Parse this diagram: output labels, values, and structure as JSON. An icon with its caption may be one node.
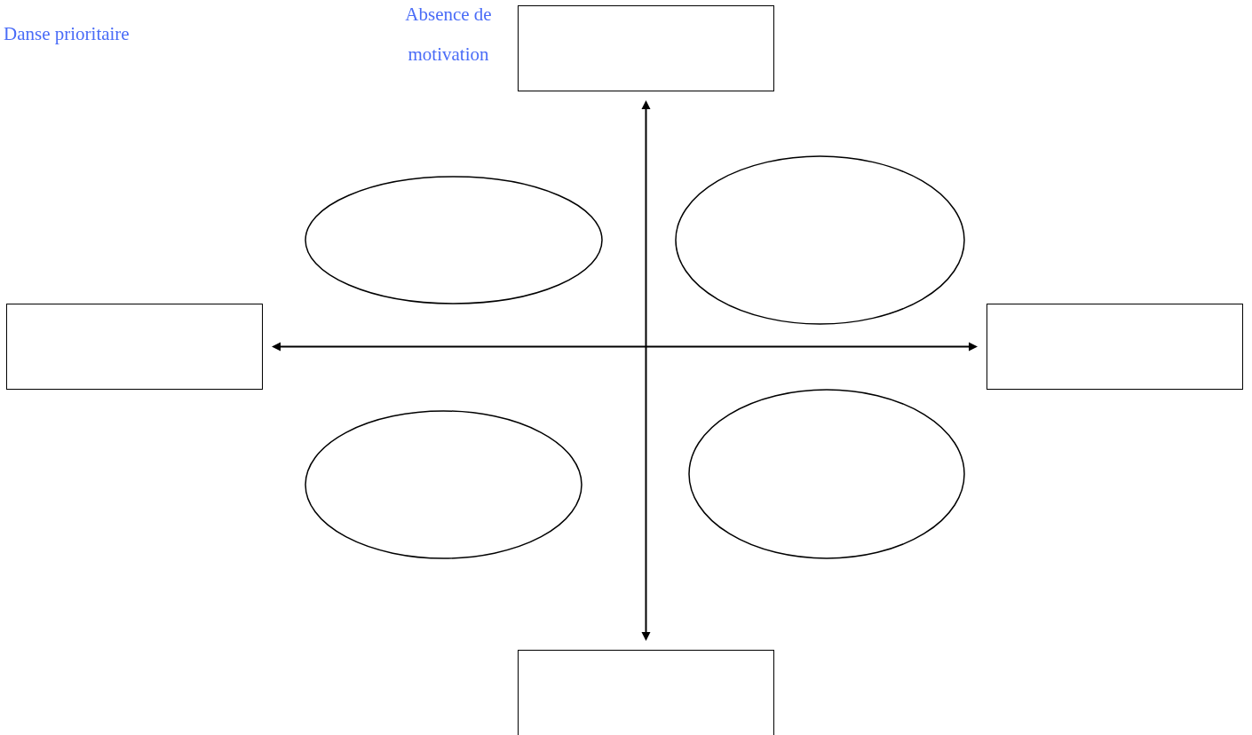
{
  "diagram": {
    "nodes": [
      {
        "text": [],
        "shape": "box",
        "beside": [
          "Absence de motivation"
        ]
      },
      {
        "text": [],
        "shape": "ellipse"
      },
      {
        "text": [],
        "shape": "ellipse"
      },
      {
        "text": [],
        "shape": "box"
      },
      {
        "text": [],
        "shape": "box"
      },
      {
        "text": [],
        "shape": "ellipse"
      },
      {
        "text": [],
        "shape": "ellipse"
      },
      {
        "text": [],
        "shape": "box"
      }
    ],
    "edges": [
      {
        "from": 0,
        "to": 7,
        "arrow": "both"
      },
      {
        "from": 3,
        "to": 4,
        "arrow": "both"
      }
    ],
    "labels": [
      "Danse prioritaire"
    ]
  }
}
